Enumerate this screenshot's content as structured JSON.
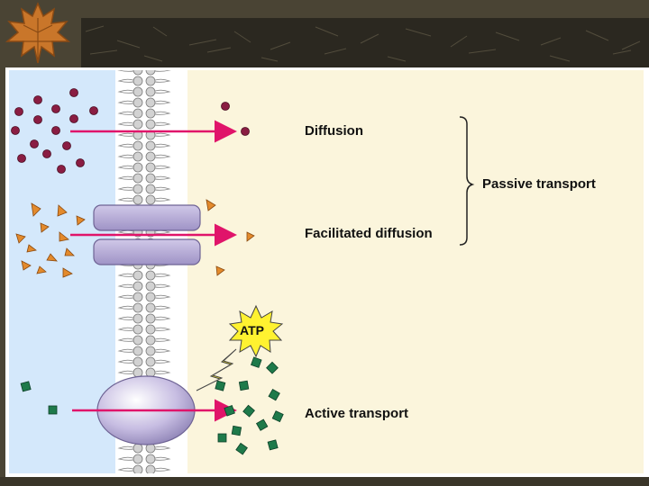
{
  "labels": {
    "diffusion": "Diffusion",
    "facilitated_diffusion": "Facilitated diffusion",
    "passive_transport": "Passive transport",
    "active_transport": "Active transport",
    "atp": "ATP"
  },
  "colors": {
    "outside": "#d4e8fb",
    "inside": "#fbf5dc",
    "arrow": "#e0146a",
    "diffusion_molecule": "#8a1d42",
    "facilitated_molecule": "#e38a2c",
    "active_molecule": "#1e7a4a",
    "channel_protein": "#b3a8cf",
    "pump_protein": "#c7bde2",
    "atp_burst": "#fff230"
  },
  "icons": {
    "leaf": "maple-leaf-icon",
    "energy": "lightning-bolt-icon"
  }
}
